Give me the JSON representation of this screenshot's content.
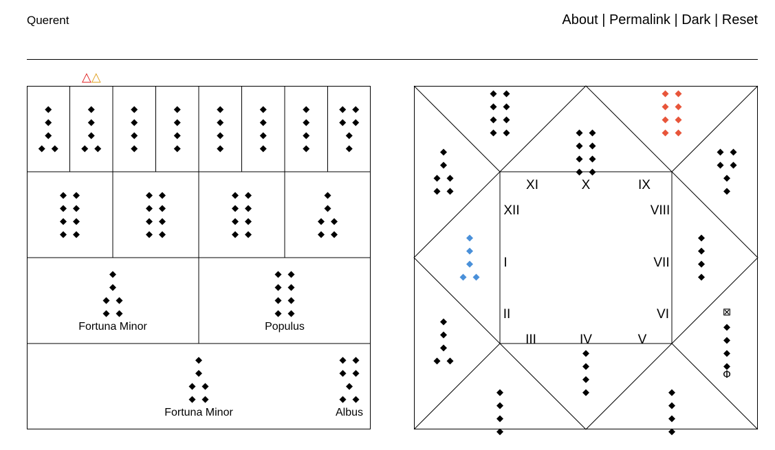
{
  "header": {
    "title": "Querent",
    "nav": [
      {
        "label": "About"
      },
      {
        "label": "Permalink"
      },
      {
        "label": "Dark"
      },
      {
        "label": "Reset"
      }
    ],
    "separator": " | "
  },
  "shield": {
    "triplicity_marks": [
      {
        "glyph": "△",
        "color": "#e02020"
      },
      {
        "glyph": "△",
        "color": "#e0a020"
      }
    ],
    "mothers_daughters": [
      {
        "rows": [
          2,
          2,
          1,
          1
        ]
      },
      {
        "rows": [
          1,
          1,
          1,
          1
        ]
      },
      {
        "rows": [
          1,
          1,
          1,
          1
        ]
      },
      {
        "rows": [
          1,
          1,
          1,
          1
        ]
      },
      {
        "rows": [
          1,
          1,
          1,
          1
        ]
      },
      {
        "rows": [
          1,
          1,
          1,
          1
        ]
      },
      {
        "rows": [
          1,
          1,
          1,
          2
        ]
      },
      {
        "rows": [
          1,
          1,
          1,
          2
        ]
      }
    ],
    "nieces": [
      {
        "rows": [
          1,
          1,
          2,
          2
        ]
      },
      {
        "rows": [
          2,
          2,
          2,
          2
        ]
      },
      {
        "rows": [
          2,
          2,
          2,
          2
        ]
      },
      {
        "rows": [
          2,
          2,
          2,
          2
        ]
      }
    ],
    "witnesses": [
      {
        "rows": [
          1,
          1,
          2,
          2
        ],
        "label": "Fortuna Minor"
      },
      {
        "rows": [
          2,
          2,
          2,
          2
        ],
        "label": "Populus"
      }
    ],
    "judge": {
      "rows": [
        1,
        1,
        2,
        2
      ],
      "label": "Fortuna Minor"
    },
    "reconciler": {
      "rows": [
        2,
        2,
        1,
        2
      ],
      "label": "Albus"
    }
  },
  "chart": {
    "house_numerals": [
      "I",
      "II",
      "III",
      "IV",
      "V",
      "VI",
      "VII",
      "VIII",
      "IX",
      "X",
      "XI",
      "XII"
    ],
    "houses": [
      {
        "rows": [
          1,
          1,
          1,
          2
        ],
        "color": "#4a90d9"
      },
      {
        "rows": [
          1,
          1,
          1,
          2
        ],
        "color": "#000000"
      },
      {
        "rows": [
          1,
          1,
          1,
          1
        ],
        "color": "#000000"
      },
      {
        "rows": [
          1,
          1,
          1,
          1
        ],
        "color": "#000000"
      },
      {
        "rows": [
          1,
          1,
          1,
          1
        ],
        "color": "#000000",
        "mark_top": "⊠",
        "mark_bottom": "Φ"
      },
      {
        "rows": [
          1,
          1,
          1,
          1
        ],
        "color": "#000000"
      },
      {
        "rows": [
          1,
          1,
          1,
          1
        ],
        "color": "#000000"
      },
      {
        "rows": [
          2,
          2,
          1,
          1
        ],
        "color": "#000000"
      },
      {
        "rows": [
          2,
          2,
          2,
          2
        ],
        "color": "#e8553a"
      },
      {
        "rows": [
          2,
          2,
          2,
          2
        ],
        "color": "#000000"
      },
      {
        "rows": [
          2,
          2,
          2,
          2
        ],
        "color": "#000000"
      },
      {
        "rows": [
          1,
          1,
          2,
          2
        ],
        "color": "#000000"
      }
    ]
  }
}
